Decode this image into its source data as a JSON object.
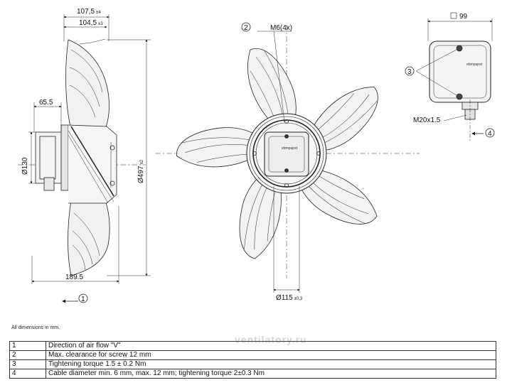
{
  "dimensions": {
    "side_overall": "107,5",
    "side_overall_tol": "±4",
    "side_body": "104,5",
    "side_body_tol": "±3",
    "hub_depth": "65.5",
    "hub_diameter": "Ø130",
    "fan_diameter": "Ø497",
    "fan_diameter_tol": "±2",
    "base_length": "189.5",
    "screw_thread": "M6(4x)",
    "flange_diameter": "Ø115",
    "flange_diameter_tol": "±0,3",
    "box_size": "99",
    "cable_gland": "M20x1.5",
    "box_brand": "ebmpapst"
  },
  "callouts": [
    "1",
    "2",
    "3",
    "4"
  ],
  "note": "All dimensions in mm.",
  "watermark": "ventilatory.ru",
  "legend": [
    {
      "num": "1",
      "text": "Direction of air flow \"V\""
    },
    {
      "num": "2",
      "text": "Max. clearance for screw 12 mm"
    },
    {
      "num": "3",
      "text": "Tightening torque 1.5 ± 0.2 Nm"
    },
    {
      "num": "4",
      "text": "Cable diameter min. 6 mm, max. 12 mm; tightening torque 2±0.3 Nm"
    }
  ]
}
